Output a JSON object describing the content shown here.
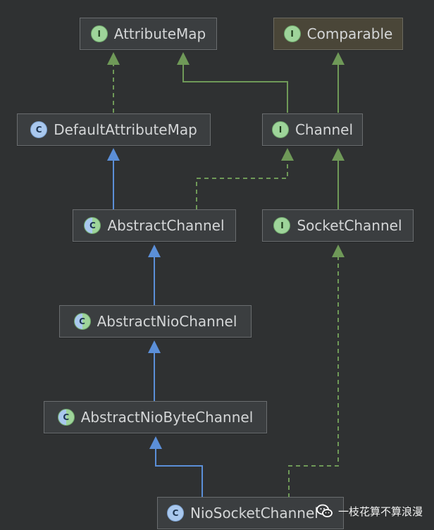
{
  "diagram": {
    "nodes": [
      {
        "id": "attributemap",
        "label": "AttributeMap",
        "badge": "I",
        "kind": "interface"
      },
      {
        "id": "comparable",
        "label": "Comparable",
        "badge": "I",
        "kind": "interface"
      },
      {
        "id": "defaultattributemap",
        "label": "DefaultAttributeMap",
        "badge": "C",
        "kind": "class"
      },
      {
        "id": "channel",
        "label": "Channel",
        "badge": "I",
        "kind": "interface"
      },
      {
        "id": "abstractchannel",
        "label": "AbstractChannel",
        "badge": "C",
        "kind": "abstract"
      },
      {
        "id": "socketchannel",
        "label": "SocketChannel",
        "badge": "I",
        "kind": "interface"
      },
      {
        "id": "abstractniochannel",
        "label": "AbstractNioChannel",
        "badge": "C",
        "kind": "abstract"
      },
      {
        "id": "abstractniobytechannel",
        "label": "AbstractNioByteChannel",
        "badge": "C",
        "kind": "abstract"
      },
      {
        "id": "niosocketchannel",
        "label": "NioSocketChannel",
        "badge": "C",
        "kind": "class"
      }
    ],
    "edges": [
      {
        "from": "defaultattributemap",
        "to": "attributemap",
        "type": "implements"
      },
      {
        "from": "channel",
        "to": "attributemap",
        "type": "interface-extends"
      },
      {
        "from": "channel",
        "to": "comparable",
        "type": "interface-extends"
      },
      {
        "from": "abstractchannel",
        "to": "defaultattributemap",
        "type": "extends"
      },
      {
        "from": "abstractchannel",
        "to": "channel",
        "type": "implements"
      },
      {
        "from": "socketchannel",
        "to": "channel",
        "type": "interface-extends"
      },
      {
        "from": "abstractniochannel",
        "to": "abstractchannel",
        "type": "extends"
      },
      {
        "from": "abstractniobytechannel",
        "to": "abstractniochannel",
        "type": "extends"
      },
      {
        "from": "niosocketchannel",
        "to": "abstractniobytechannel",
        "type": "extends"
      },
      {
        "from": "niosocketchannel",
        "to": "socketchannel",
        "type": "implements"
      }
    ],
    "colors": {
      "background": "#2f3132",
      "extends": "#5b8fd8",
      "implements": "#6f9958",
      "interface_extends": "#6f9958"
    }
  },
  "watermark": {
    "text": "一枝花算不算浪漫",
    "icon": "wechat-icon"
  }
}
